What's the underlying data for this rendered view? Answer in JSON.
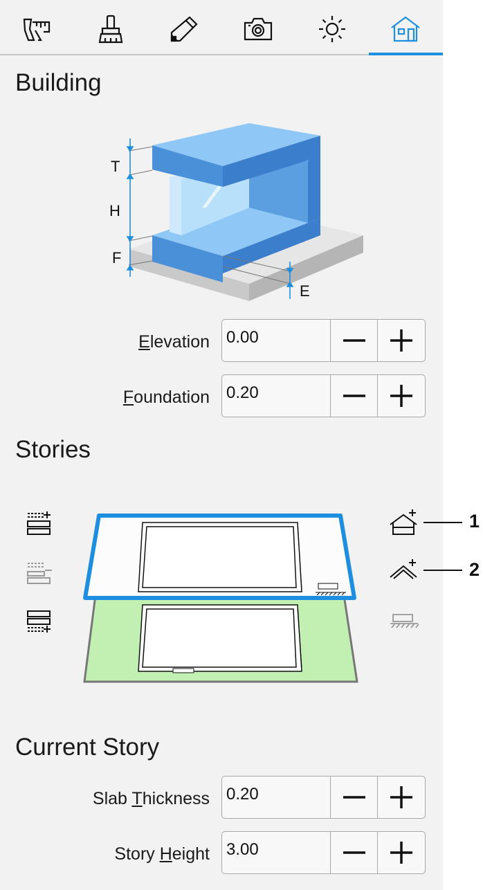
{
  "tabs": [
    {
      "icon": "measure-tools-icon",
      "active": false
    },
    {
      "icon": "brush-icon",
      "active": false
    },
    {
      "icon": "pencil-icon",
      "active": false
    },
    {
      "icon": "camera-icon",
      "active": false
    },
    {
      "icon": "sun-icon",
      "active": false
    },
    {
      "icon": "house-icon",
      "active": true
    }
  ],
  "accent_color": "#1e8fe0",
  "building": {
    "title": "Building",
    "diagram_labels": {
      "t": "T",
      "h": "H",
      "f": "F",
      "e": "E"
    },
    "elevation": {
      "label_prefix": "",
      "label_mnemonic": "E",
      "label_rest": "levation",
      "value": "0.00"
    },
    "foundation": {
      "label_prefix": "",
      "label_mnemonic": "F",
      "label_rest": "oundation",
      "value": "0.20"
    }
  },
  "stories": {
    "title": "Stories",
    "callouts": [
      "1",
      "2"
    ]
  },
  "current_story": {
    "title": "Current Story",
    "slab_thickness": {
      "label_prefix": "Slab ",
      "label_mnemonic": "T",
      "label_rest": "hickness",
      "value": "0.20"
    },
    "story_height": {
      "label_prefix": "Story ",
      "label_mnemonic": "H",
      "label_rest": "eight",
      "value": "3.00"
    }
  },
  "spin_symbols": {
    "minus": "−",
    "plus": "+"
  }
}
